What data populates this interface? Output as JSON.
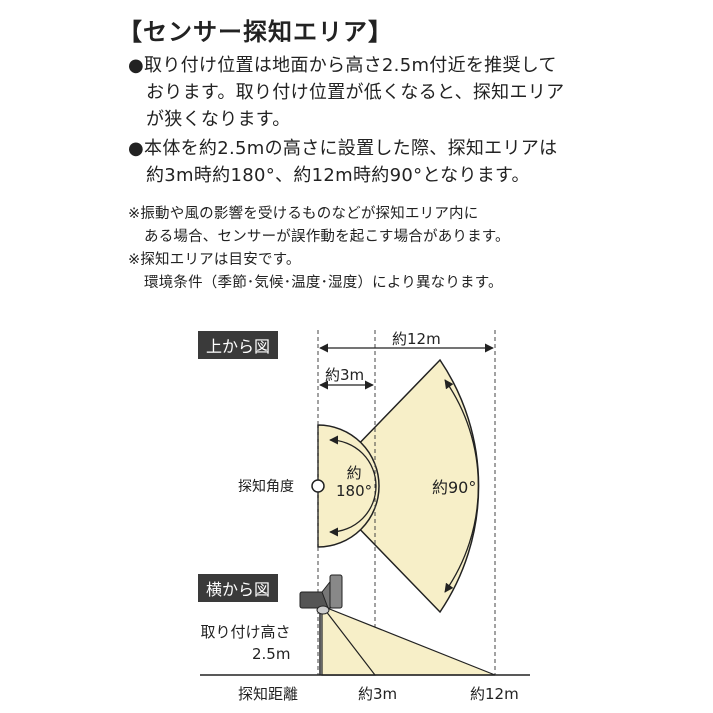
{
  "title": "【センサー探知エリア】",
  "bullets": [
    {
      "mark": "●",
      "lines": [
        "取り付け位置は地面から高さ2.5m付近を推奨して",
        "おります。取り付け位置が低くなると、探知エリア",
        "が狭くなります。"
      ]
    },
    {
      "mark": "●",
      "lines": [
        "本体を約2.5mの高さに設置した際、探知エリアは",
        "約3m時約180°、約12m時約90°となります。"
      ]
    }
  ],
  "notes": [
    {
      "mark": "※",
      "lines": [
        "振動や風の影響を受けるものなどが探知エリア内に",
        "ある場合、センサーが誤作動を起こす場合があります。"
      ]
    },
    {
      "mark": "※",
      "lines": [
        "探知エリアは目安です。",
        "環境条件（季節･気候･温度･湿度）により異なります。"
      ]
    }
  ],
  "diagram": {
    "top_view_label": "上から図",
    "side_view_label": "横から図",
    "dist_12m_top": "約12m",
    "dist_3m_top": "約3m",
    "angle_label": "探知角度",
    "angle_180_line1": "約",
    "angle_180_line2": "180°",
    "angle_90": "約90°",
    "mount_height_line1": "取り付け高さ",
    "mount_height_line2": "2.5m",
    "detect_distance": "探知距離",
    "dist_3m_bottom": "約3m",
    "dist_12m_bottom": "約12m",
    "colors": {
      "fill": "#f7efc8",
      "stroke": "#222222",
      "label_bg": "#3a3a3a"
    }
  }
}
